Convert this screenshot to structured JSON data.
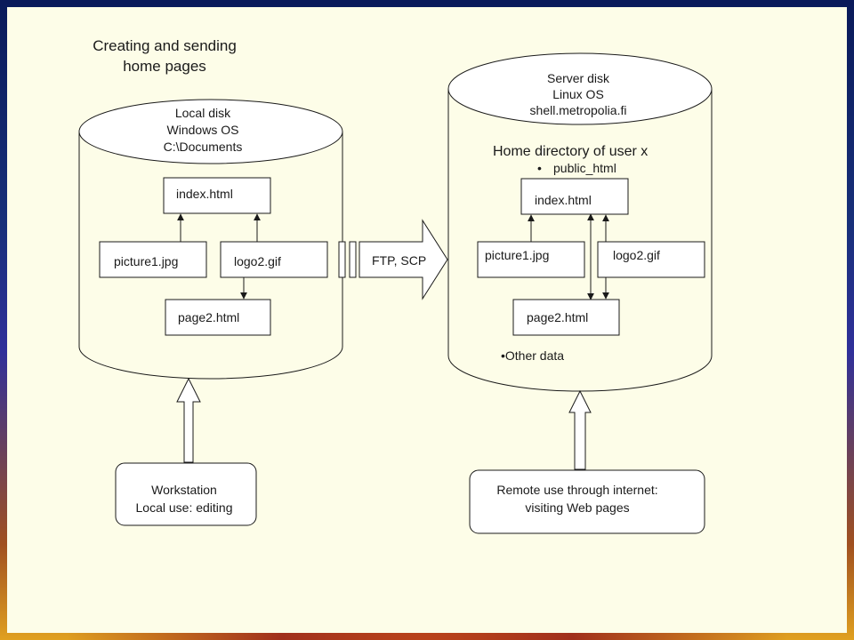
{
  "title": {
    "line1": "Creating and sending",
    "line2": "home pages"
  },
  "local_disk": {
    "line1": "Local disk",
    "line2": "Windows OS",
    "line3": "C:\\Documents",
    "files": {
      "index": "index.html",
      "picture": "picture1.jpg",
      "logo": "logo2.gif",
      "page2": "page2.html"
    }
  },
  "transfer": {
    "label": "FTP, SCP"
  },
  "server_disk": {
    "line1": "Server disk",
    "line2": "Linux OS",
    "line3": "shell.metropolia.fi",
    "home_dir": "Home directory of user x",
    "public_html": "public_html",
    "bullet": "•",
    "files": {
      "index": "index.html",
      "picture": "picture1.jpg",
      "logo": "logo2.gif",
      "page2": "page2.html"
    },
    "other_data": "•Other data"
  },
  "workstation": {
    "line1": "Workstation",
    "line2": "Local use: editing"
  },
  "remote": {
    "line1": "Remote use through internet:",
    "line2": "visiting Web pages"
  },
  "colors": {
    "accent": "#1a1a1a",
    "panel": "#fdfde8",
    "cylinder_fill": "#ffffff"
  }
}
